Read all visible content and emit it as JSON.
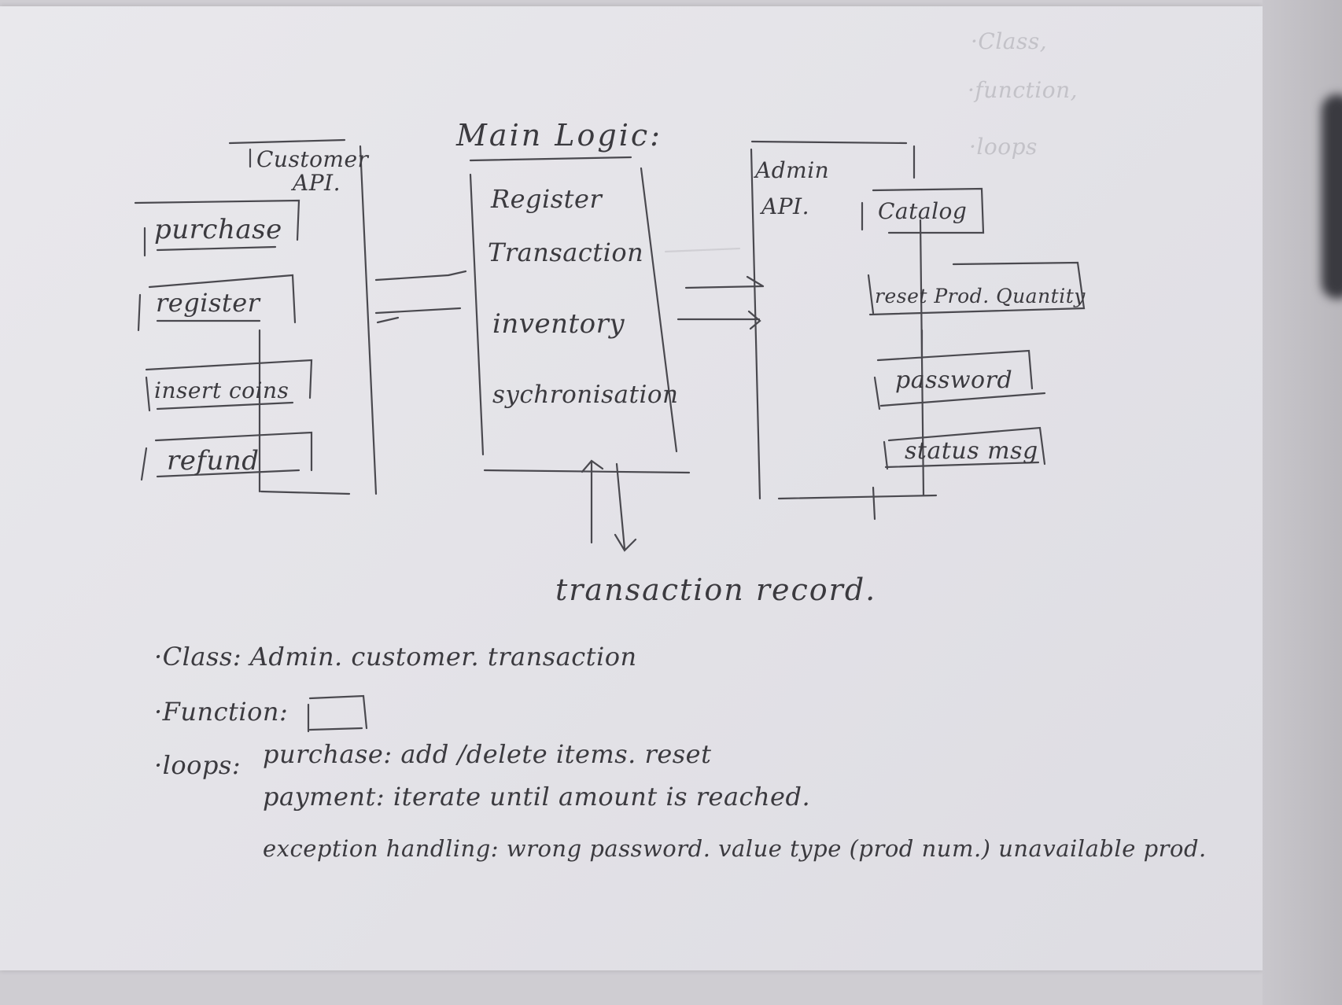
{
  "diagram": {
    "customer_api": {
      "title": "Customer\nAPI.",
      "title_line1": "Customer",
      "title_line2": "API.",
      "items": [
        "purchase",
        "register",
        "insert coins",
        "refund"
      ]
    },
    "main_logic": {
      "title": "Main Logic:",
      "items": [
        "Register",
        "Transaction",
        "inventory",
        "sychronisation"
      ]
    },
    "admin_api": {
      "title_line1": "Admin",
      "title_line2": "API.",
      "items": [
        "Catalog",
        "reset Prod. Quantity",
        "password",
        "status msg"
      ]
    },
    "output": "transaction record."
  },
  "notes": {
    "class_line": "·Class: Admin. customer. transaction",
    "function_line": "·Function:",
    "loops_label": "·loops:",
    "loops_purchase": "purchase: add /delete items. reset",
    "loops_payment": "payment: iterate until amount is reached.",
    "loops_exception": "exception handling: wrong password. value type (prod num.) unavailable prod."
  },
  "faint_notes": {
    "line1": "·Class,",
    "line2": "·function,",
    "line3": "·loops"
  },
  "colors": {
    "ink": "#3b3a3f",
    "paper": "#e6e5ea",
    "background": "#cfcdd2"
  }
}
